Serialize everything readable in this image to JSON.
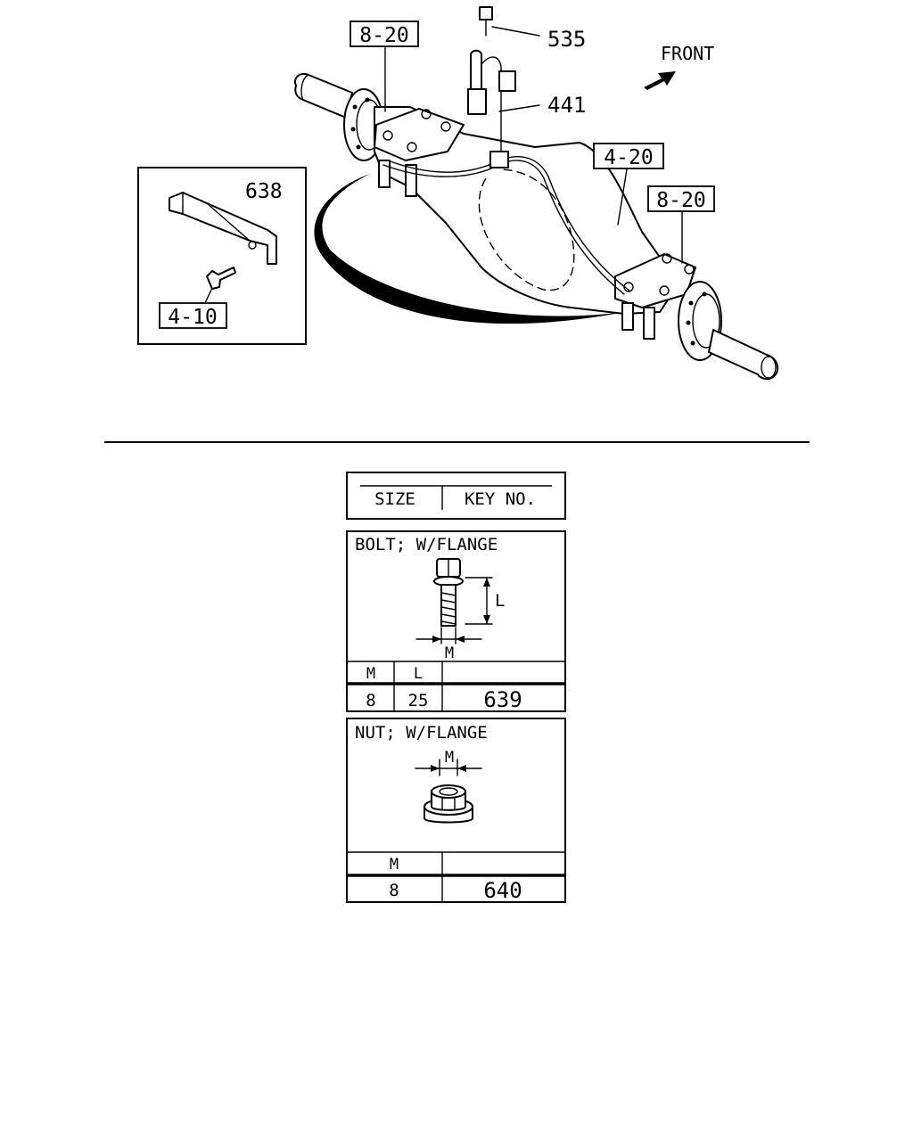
{
  "diagram": {
    "front_label": "FRONT",
    "callouts": {
      "ref_8_20_left": "8-20",
      "part_535": "535",
      "part_441": "441",
      "ref_4_20": "4-20",
      "ref_8_20_right": "8-20",
      "part_638": "638",
      "ref_4_10": "4-10"
    }
  },
  "key_table": {
    "header": {
      "size": "SIZE",
      "key_no": "KEY NO."
    },
    "bolt": {
      "title": "BOLT; W/FLANGE",
      "dim_l": "L",
      "dim_m": "M",
      "columns": [
        "M",
        "L"
      ],
      "row": {
        "m": "8",
        "l": "25",
        "key_no": "639"
      }
    },
    "nut": {
      "title": "NUT; W/FLANGE",
      "dim_m": "M",
      "columns": [
        "M"
      ],
      "row": {
        "m": "8",
        "key_no": "640"
      }
    }
  }
}
